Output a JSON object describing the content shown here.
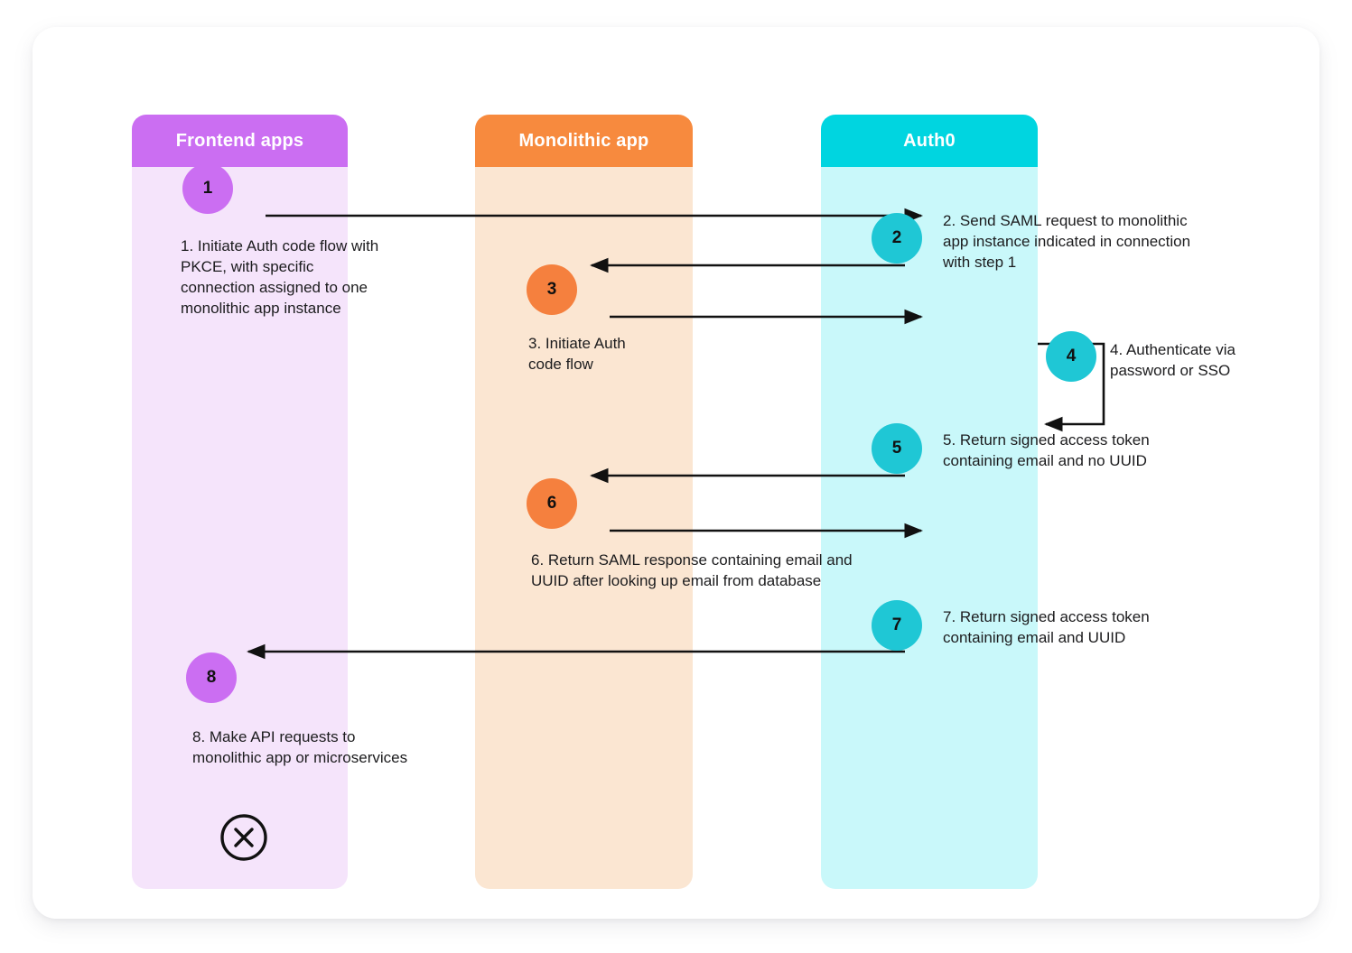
{
  "diagram": {
    "title": "Auth code flow sequence diagram",
    "type": "sequence-diagram"
  },
  "columns": [
    {
      "id": "frontend",
      "label": "Frontend apps",
      "header_color": "#cb6ef2",
      "body_color": "#f5e4fb"
    },
    {
      "id": "monolithic",
      "label": "Monolithic app",
      "header_color": "#f78a3e",
      "body_color": "#fbe6d2"
    },
    {
      "id": "auth0",
      "label": "Auth0",
      "header_color": "#00d5e0",
      "body_color": "#c9f8fa"
    }
  ],
  "steps": [
    {
      "number": "1",
      "actor": "frontend",
      "marker_color": "#cb6ef2",
      "arrow": "frontend → auth0",
      "text": "1. Initiate Auth code flow with\nPKCE, with specific\nconnection assigned to one\nmonolithic app instance"
    },
    {
      "number": "2",
      "actor": "auth0",
      "marker_color": "#1fc7d5",
      "arrow": "auth0 → monolithic",
      "text": "2. Send SAML request to monolithic\napp instance indicated in connection\nwith step 1"
    },
    {
      "number": "3",
      "actor": "monolithic",
      "marker_color": "#f5803e",
      "arrow": "monolithic → auth0",
      "text": "3. Initiate Auth\ncode flow"
    },
    {
      "number": "4",
      "actor": "auth0",
      "marker_color": "#1fc7d5",
      "arrow": "auth0 self-loop",
      "text": "4. Authenticate via\npassword or SSO"
    },
    {
      "number": "5",
      "actor": "auth0",
      "marker_color": "#1fc7d5",
      "arrow": "auth0 → monolithic",
      "text": "5. Return signed access token\ncontaining email and no UUID"
    },
    {
      "number": "6",
      "actor": "monolithic",
      "marker_color": "#f5803e",
      "arrow": "monolithic → auth0",
      "text": "6. Return SAML response containing email and\nUUID after looking up email from database"
    },
    {
      "number": "7",
      "actor": "auth0",
      "marker_color": "#1fc7d5",
      "arrow": "auth0 → frontend",
      "text": "7. Return signed access token\ncontaining email and UUID"
    },
    {
      "number": "8",
      "actor": "frontend",
      "marker_color": "#cb6ef2",
      "arrow": "none",
      "text": "8. Make API requests to\nmonolithic app or microservices"
    }
  ],
  "end_marker": {
    "meaning": "end of flow",
    "icon": "x-in-circle"
  },
  "colors": {
    "arrow": "#111111",
    "text": "#1c1c1e",
    "card_background": "#ffffff"
  }
}
